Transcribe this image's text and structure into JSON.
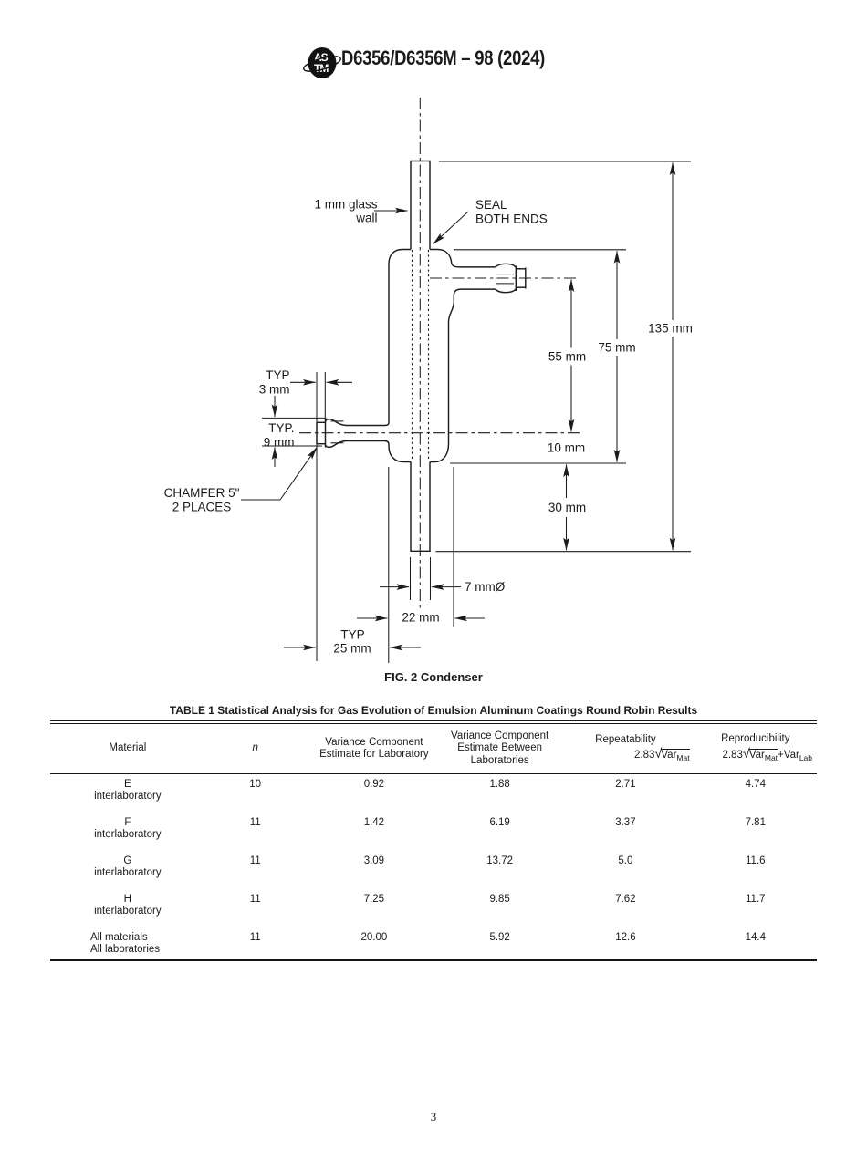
{
  "header": {
    "title": "D6356/D6356M – 98 (2024)",
    "logo": "ASTM"
  },
  "figure": {
    "caption": "FIG. 2 Condenser",
    "labels": {
      "glass_wall_line1": "1 mm glass",
      "glass_wall_line2": "wall",
      "seal_line1": "SEAL",
      "seal_line2": "BOTH ENDS",
      "typ3_line1": "TYP",
      "typ3_line2": "3 mm",
      "typ9_line1": "TYP.",
      "typ9_line2": "9 mm",
      "chamfer_line1": "CHAMFER 5\"",
      "chamfer_line2": "2 PLACES",
      "dim_135": "135 mm",
      "dim_75": "75 mm",
      "dim_55": "55 mm",
      "dim_10": "10 mm",
      "dim_30": "30 mm",
      "dim_7": "7 mmØ",
      "dim_22": "22 mm",
      "typ25_line1": "TYP",
      "typ25_line2": "25 mm"
    }
  },
  "table": {
    "title": "TABLE 1 Statistical Analysis for Gas Evolution of Emulsion Aluminum Coatings Round Robin Results",
    "headers": {
      "material": "Material",
      "n": "n",
      "var_lab": "Variance Component\nEstimate for Laboratory",
      "var_between": "Variance Component\nEstimate Between\nLaboratories",
      "repeatability": "Repeatability",
      "reproducibility": "Reproducibility"
    },
    "formula": {
      "coef": "2.83",
      "radical": "√",
      "var": "Var",
      "sub_mat": "Mat",
      "plus": "+",
      "var2": "Var",
      "sub_lab": "Lab"
    },
    "rows": [
      {
        "m1": "E",
        "m2": "interlaboratory",
        "n": "10",
        "v1": "0.92",
        "v2": "1.88",
        "r1": "2.71",
        "r2": "4.74"
      },
      {
        "m1": "F",
        "m2": "interlaboratory",
        "n": "11",
        "v1": "1.42",
        "v2": "6.19",
        "r1": "3.37",
        "r2": "7.81"
      },
      {
        "m1": "G",
        "m2": "interlaboratory",
        "n": "11",
        "v1": "3.09",
        "v2": "13.72",
        "r1": "5.0",
        "r2": "11.6"
      },
      {
        "m1": "H",
        "m2": "interlaboratory",
        "n": "11",
        "v1": "7.25",
        "v2": "9.85",
        "r1": "7.62",
        "r2": "11.7"
      },
      {
        "m1": "All materials",
        "m2": "All laboratories",
        "n": "11",
        "v1": "20.00",
        "v2": "5.92",
        "r1": "12.6",
        "r2": "14.4"
      }
    ]
  },
  "footer": {
    "page_number": "3"
  }
}
